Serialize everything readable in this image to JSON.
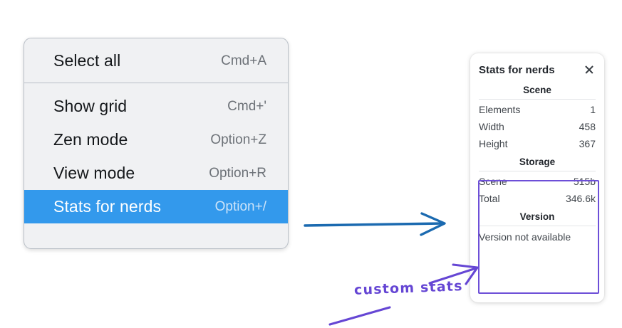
{
  "context_menu": {
    "groups": [
      {
        "items": [
          {
            "label": "Select all",
            "shortcut": "Cmd+A",
            "selected": false
          }
        ]
      },
      {
        "items": [
          {
            "label": "Show grid",
            "shortcut": "Cmd+'",
            "selected": false
          },
          {
            "label": "Zen mode",
            "shortcut": "Option+Z",
            "selected": false
          },
          {
            "label": "View mode",
            "shortcut": "Option+R",
            "selected": false
          },
          {
            "label": "Stats for nerds",
            "shortcut": "Option+/",
            "selected": true
          }
        ]
      }
    ],
    "highlight_color": "#3399ec"
  },
  "stats_panel": {
    "title": "Stats for nerds",
    "close_icon": "close-icon",
    "sections": [
      {
        "name": "scene",
        "title": "Scene",
        "rows": [
          {
            "key": "Elements",
            "value": "1"
          },
          {
            "key": "Width",
            "value": "458"
          },
          {
            "key": "Height",
            "value": "367"
          }
        ]
      },
      {
        "name": "storage",
        "title": "Storage",
        "rows": [
          {
            "key": "Scene",
            "value": "515b"
          },
          {
            "key": "Total",
            "value": "346.6k"
          }
        ]
      },
      {
        "name": "version",
        "title": "Version",
        "full_row": "Version not available"
      }
    ],
    "highlight_box_color": "#6d4fd8"
  },
  "annotations": {
    "custom_stats_label": "custom stats",
    "blue_arrow_color": "#1b6ab0",
    "purple_color": "#6546d4"
  }
}
